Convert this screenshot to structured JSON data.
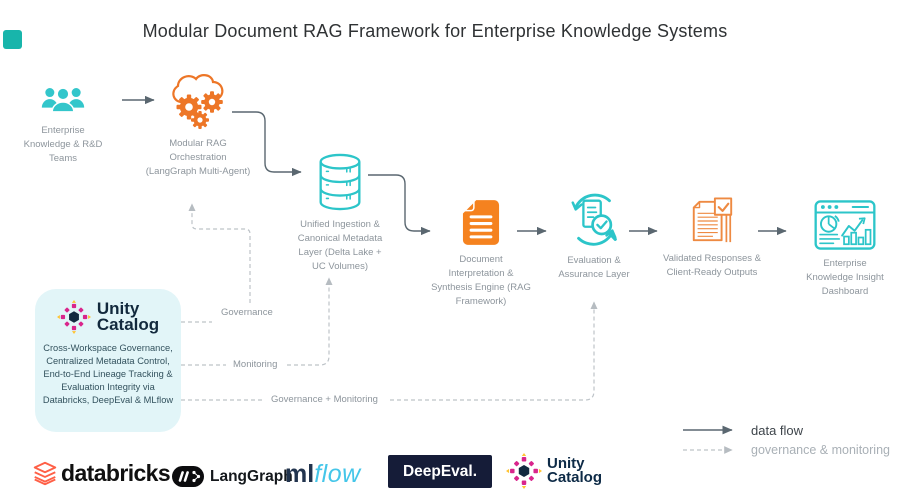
{
  "title": "Modular Document RAG Framework for Enterprise Knowledge Systems",
  "flow": {
    "nodes": [
      {
        "name": "enterprise-teams",
        "icon": "people-icon",
        "label": "Enterprise\nKnowledge & R&D\nTeams"
      },
      {
        "name": "rag-orchestration",
        "icon": "cloud-gears-icon",
        "label": "Modular RAG\nOrchestration\n(LangGraph Multi-Agent)"
      },
      {
        "name": "unified-ingestion",
        "icon": "database-icon",
        "label": "Unified Ingestion &\nCanonical Metadata\nLayer (Delta Lake +\nUC Volumes)"
      },
      {
        "name": "doc-synthesis",
        "icon": "document-icon",
        "label": "Document\nInterpretation &\nSynthesis Engine (RAG\nFramework)"
      },
      {
        "name": "evaluation-layer",
        "icon": "evaluation-icon",
        "label": "Evaluation &\nAssurance Layer"
      },
      {
        "name": "validated-outputs",
        "icon": "validated-docs-icon",
        "label": "Validated Responses &\nClient-Ready Outputs"
      },
      {
        "name": "insight-dashboard",
        "icon": "dashboard-icon",
        "label": "Enterprise\nKnowledge Insight\nDashboard"
      }
    ]
  },
  "dashed_routes": {
    "governance": "Governance",
    "monitoring": "Monitoring",
    "governance_monitoring": "Governance + Monitoring"
  },
  "governance_box": {
    "brand": "Unity\nCatalog",
    "description": "Cross-Workspace Governance,\nCentralized Metadata Control,\nEnd-to-End Lineage Tracking &\nEvaluation Integrity via\nDatabricks, DeepEval & MLflow"
  },
  "legend": {
    "data_flow": "data flow",
    "governance_monitoring": "governance & monitoring"
  },
  "logos": {
    "databricks": "databricks",
    "langgraph": "LangGraph",
    "mlflow_ml": "ml",
    "mlflow_flow": "flow",
    "deepeval": "DeepEval.",
    "unity_catalog": "Unity\nCatalog"
  },
  "colors": {
    "teal": "#2cc5c9",
    "orange": "#ed7627",
    "document_orange": "#f5821f",
    "arrow_dark": "#5a6770",
    "dash_gray": "#bdc3c8",
    "label_gray": "#8d959c",
    "unity_box_bg": "#e2f5f8",
    "unity_navy": "#12293d",
    "magenta": "#d9258c",
    "yellow": "#ffc432",
    "databricks_red": "#ff5f46",
    "deepeval_navy": "#151c38",
    "mlflow_blue": "#45c6e9"
  }
}
